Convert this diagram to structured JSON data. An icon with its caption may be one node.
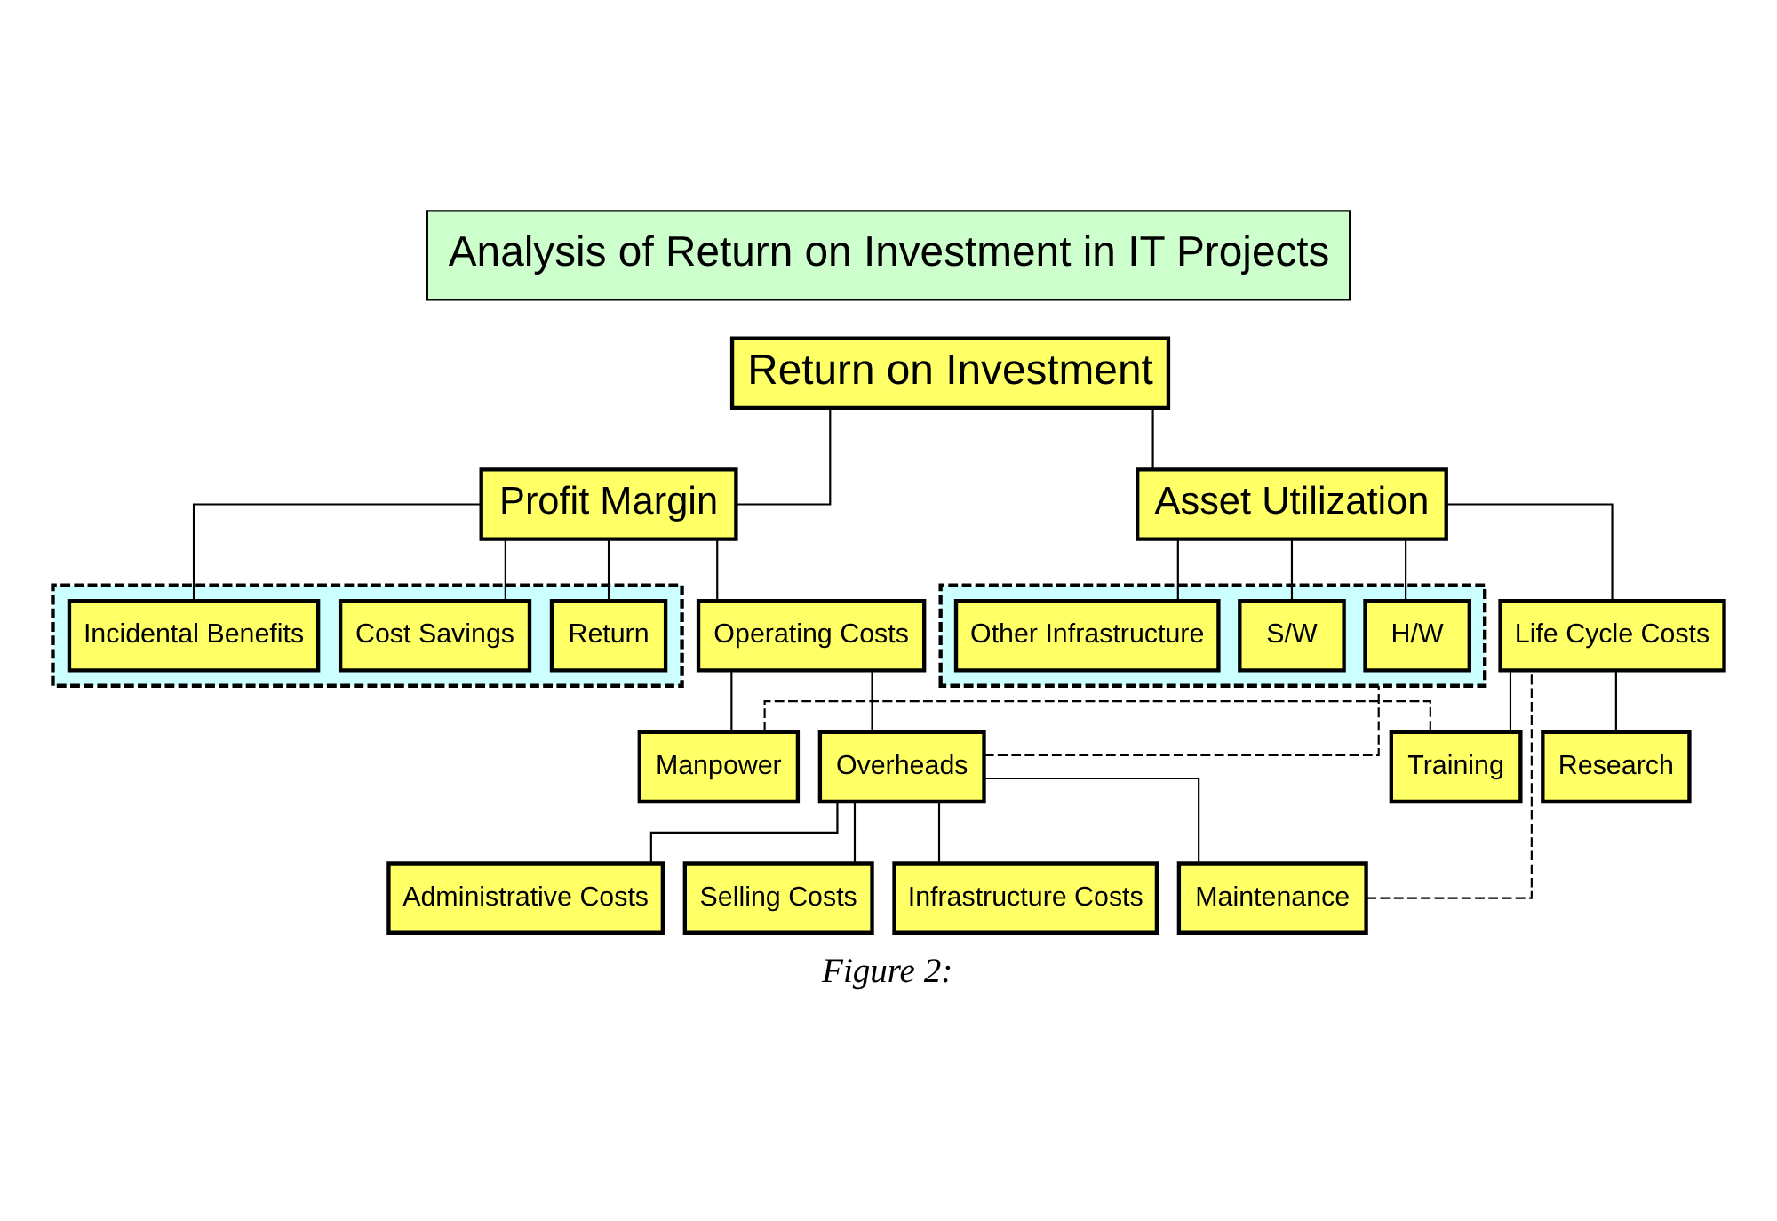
{
  "diagram": {
    "title": "Analysis of Return on Investment in IT Projects",
    "caption": "Figure 2:",
    "nodes": [
      {
        "text": [
          "Return on Investment"
        ]
      },
      {
        "text": [
          "Profit Margin"
        ]
      },
      {
        "text": [
          "Asset Utilization"
        ]
      },
      {
        "text": [],
        "shape": "box"
      },
      {
        "text": [
          "Return"
        ],
        "in": 3
      },
      {
        "text": [
          "Cost Savings"
        ],
        "in": 3
      },
      {
        "text": [
          "Incidental Benefits"
        ],
        "in": 3
      },
      {
        "text": [
          "Operating Costs"
        ]
      },
      {
        "text": [],
        "shape": "box"
      },
      {
        "text": [
          "H/W"
        ],
        "in": 8
      },
      {
        "text": [
          "S/W"
        ],
        "in": 8
      },
      {
        "text": [
          "Other Infrastructure"
        ],
        "in": 8
      },
      {
        "text": [
          "Life Cycle Costs"
        ]
      },
      {
        "text": [
          "Manpower"
        ]
      },
      {
        "text": [
          "Overheads"
        ]
      },
      {
        "text": [
          "Training"
        ]
      },
      {
        "text": [
          "Research"
        ]
      },
      {
        "text": [
          "Administrative Costs"
        ]
      },
      {
        "text": [
          "Selling Costs"
        ]
      },
      {
        "text": [
          "Infrastructure Costs"
        ]
      },
      {
        "text": [
          "Maintenance"
        ]
      }
    ],
    "edges": [
      {
        "from": 0,
        "to": 1,
        "arrow": "none"
      },
      {
        "from": 0,
        "to": 2,
        "arrow": "none"
      },
      {
        "from": 1,
        "to": 4,
        "arrow": "none"
      },
      {
        "from": 1,
        "to": 5,
        "arrow": "none"
      },
      {
        "from": 1,
        "to": 6,
        "arrow": "none"
      },
      {
        "from": 1,
        "to": 7,
        "arrow": "none"
      },
      {
        "from": 2,
        "to": 9,
        "arrow": "none"
      },
      {
        "from": 2,
        "to": 10,
        "arrow": "none"
      },
      {
        "from": 2,
        "to": 11,
        "arrow": "none"
      },
      {
        "from": 2,
        "to": 12,
        "arrow": "none"
      },
      {
        "from": 7,
        "to": 13,
        "arrow": "none"
      },
      {
        "from": 7,
        "to": 14,
        "arrow": "none"
      },
      {
        "from": 12,
        "to": 15,
        "arrow": "none"
      },
      {
        "from": 12,
        "to": 16,
        "arrow": "none"
      },
      {
        "from": 14,
        "to": 17,
        "arrow": "none"
      },
      {
        "from": 14,
        "to": 18,
        "arrow": "none"
      },
      {
        "from": 14,
        "to": 19,
        "arrow": "none"
      },
      {
        "from": 14,
        "to": 20,
        "arrow": "none"
      },
      {
        "from": 14,
        "to": 8,
        "arrow": "none",
        "style": "dashed"
      },
      {
        "from": 20,
        "to": 12,
        "arrow": "none",
        "style": "dashed"
      },
      {
        "from": 13,
        "to": 15,
        "arrow": "none",
        "style": "dashed"
      }
    ]
  }
}
